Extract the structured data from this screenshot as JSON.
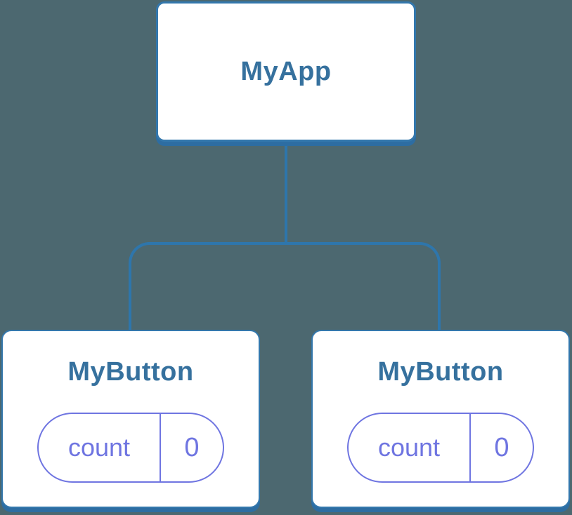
{
  "colors": {
    "bg": "#4C6870",
    "line": "#2E76AC",
    "card_border": "#3377AC",
    "card_shadow": "#2D6DA2",
    "title": "#36719E",
    "purple": "#6F75E1",
    "card_bg": "#FFFFFF"
  },
  "tree": {
    "root": {
      "label": "MyApp"
    },
    "children": [
      {
        "label": "MyButton",
        "state": {
          "key": "count",
          "value": "0"
        }
      },
      {
        "label": "MyButton",
        "state": {
          "key": "count",
          "value": "0"
        }
      }
    ]
  }
}
